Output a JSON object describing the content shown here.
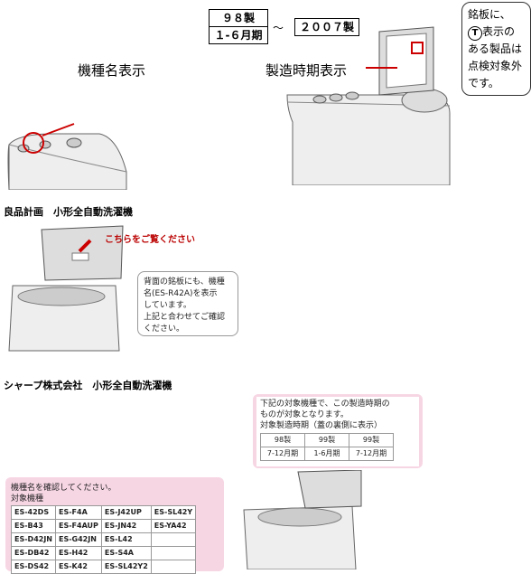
{
  "top": {
    "year_start": "９８製",
    "period_start": "１-６月期",
    "tilde": "～",
    "year_end": "２００７製",
    "model_label": "機種名表示",
    "date_label": "製造時期表示",
    "note_lines": [
      "銘板に、",
      "表示の",
      "ある製品は",
      "点検対象外",
      "です。"
    ],
    "note_t_symbol": "T"
  },
  "muji": {
    "heading": "良品計画　小形全自動洗濯機",
    "arrow_text": "こちらをご覧ください",
    "bubble_lines": [
      "背面の銘板にも、機種",
      "名(ES-R42A)を表示",
      "しています。",
      "上記と合わせてご確認",
      "ください。"
    ]
  },
  "sharp": {
    "heading": "シャープ株式会社　小形全自動洗濯機",
    "period_lines": [
      "下記の対象機種で、この製造時期の",
      "ものが対象となります。"
    ],
    "period_title": "対象製造時期（蓋の裏側に表示）",
    "period_table": [
      [
        "98製",
        "99製",
        "99製"
      ],
      [
        "7-12月期",
        "1-6月期",
        "7-12月期"
      ]
    ],
    "models_intro": "機種名を確認してください。",
    "models_title": "対象機種",
    "models": [
      [
        "ES-42DS",
        "ES-F4A",
        "ES-J42UP",
        "ES-SL42Y"
      ],
      [
        "ES-B43",
        "ES-F4AUP",
        "ES-JN42",
        "ES-YA42"
      ],
      [
        "ES-D42JN",
        "ES-G42JN",
        "ES-L42",
        ""
      ],
      [
        "ES-DB42",
        "ES-H42",
        "ES-S4A",
        ""
      ],
      [
        "ES-DS42",
        "ES-K42",
        "ES-SL42Y2",
        ""
      ]
    ]
  }
}
